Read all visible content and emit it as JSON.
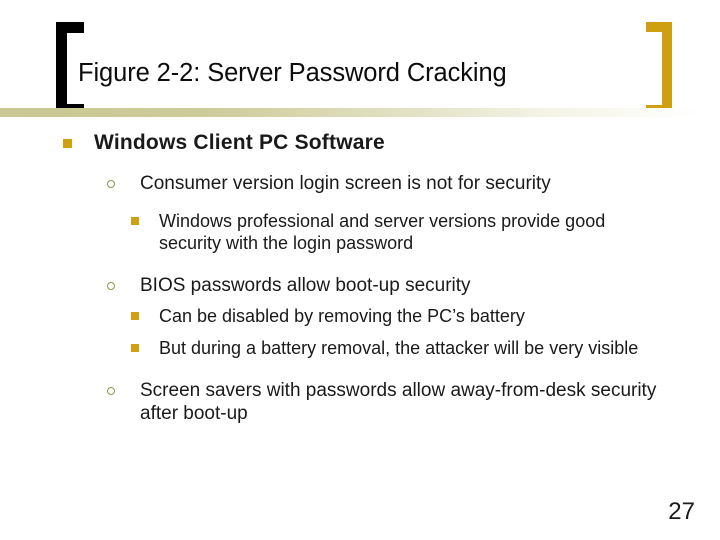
{
  "slide": {
    "title": "Figure 2-2: Server Password Cracking",
    "page_number": "27",
    "colors": {
      "bracket_left": "#000000",
      "bracket_right": "#CF9F12",
      "rule_gradient_start": "#C9C893",
      "bullet_square": "#D19F12",
      "bullet_circle_outline": "#93934A",
      "text": "#1A1A1A"
    },
    "content": [
      {
        "level": 1,
        "bullet": "filled-square",
        "text": "Windows Client PC Software"
      },
      {
        "level": 2,
        "bullet": "hollow-circle",
        "text": "Consumer version login screen is not for security"
      },
      {
        "level": 3,
        "bullet": "filled-square",
        "text": "Windows professional and server versions provide good security with the login password"
      },
      {
        "level": 2,
        "bullet": "hollow-circle",
        "text": "BIOS passwords allow boot-up security"
      },
      {
        "level": 3,
        "bullet": "filled-square",
        "text": "Can be disabled by removing the PC’s battery"
      },
      {
        "level": 3,
        "bullet": "filled-square",
        "text": "But during a battery removal, the attacker will be very visible"
      },
      {
        "level": 2,
        "bullet": "hollow-circle",
        "text": "Screen savers with passwords allow away-from-desk security after boot-up"
      }
    ]
  }
}
